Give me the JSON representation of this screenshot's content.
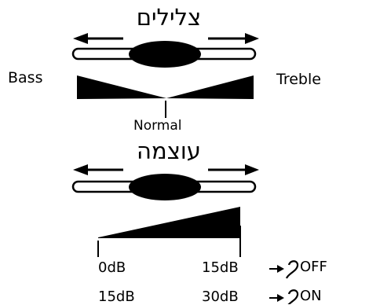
{
  "tone": {
    "title": "צלילים",
    "left_label": "Bass",
    "right_label": "Treble",
    "center_label": "Normal"
  },
  "volume": {
    "title": "עוצמה",
    "rows": [
      {
        "min": "0dB",
        "max": "15dB",
        "state": "OFF"
      },
      {
        "min": "15dB",
        "max": "30dB",
        "state": "ON"
      }
    ]
  }
}
